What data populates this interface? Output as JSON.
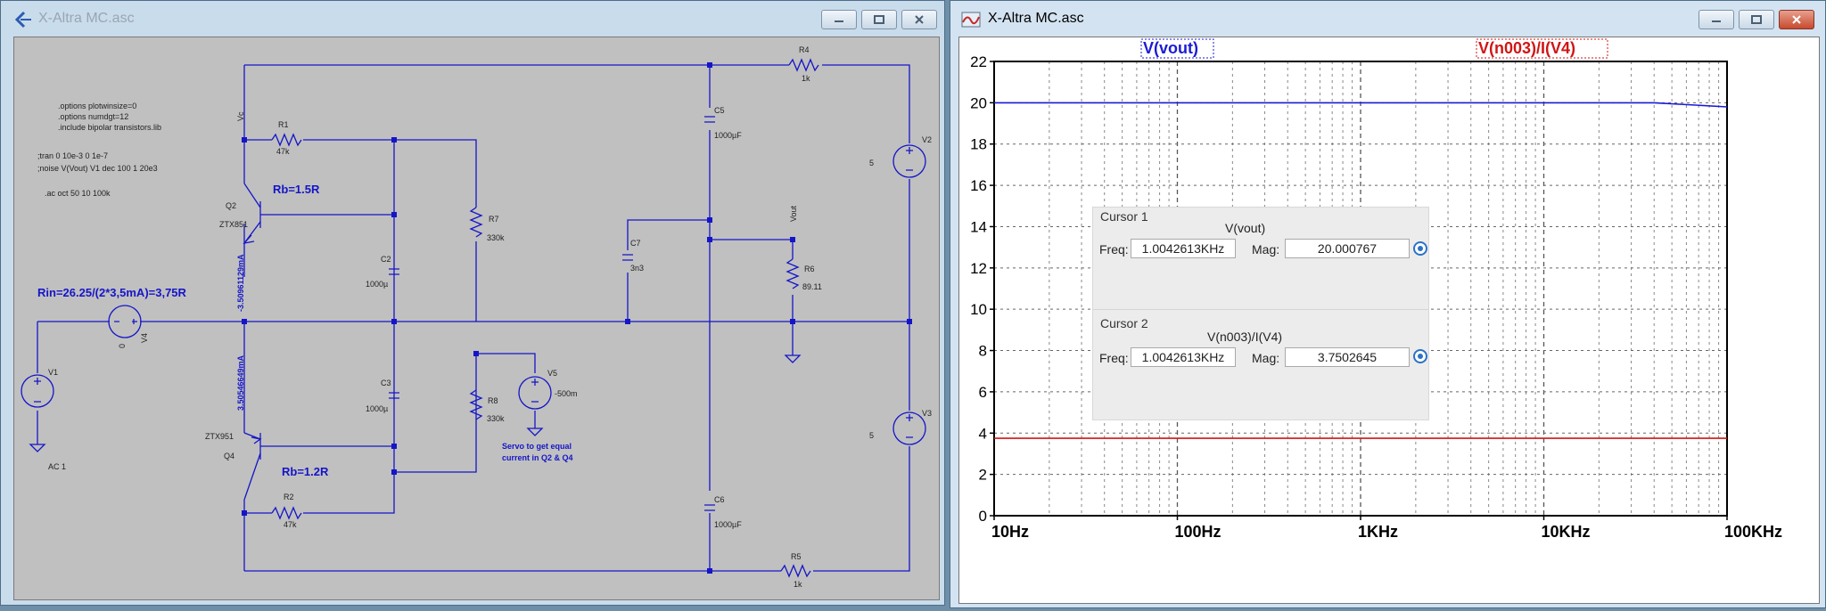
{
  "schematic_window": {
    "title": "X-Altra MC.asc",
    "directives": [
      ".options plotwinsize=0",
      ".options numdgt=12",
      ".include bipolar transistors.lib"
    ],
    "comments": [
      ";tran 0 10e-3 0 1e-7",
      ";noise V(Vout) V1 dec 100 1 20e3"
    ],
    "ac_directive": ".ac oct 50 10 100k",
    "rin_note": "Rin=26.25/(2*3,5mA)=3,75R",
    "rb_top": "Rb=1.5R",
    "rb_bottom": "Rb=1.2R",
    "servo_note_1": "Servo to get equal",
    "servo_note_2": "current in Q2 & Q4",
    "current_top": "-3.50961129mA",
    "current_bottom": "3.50546649mA",
    "components": {
      "r1": {
        "name": "R1",
        "value": "47k"
      },
      "r2": {
        "name": "R2",
        "value": "47k"
      },
      "r4": {
        "name": "R4",
        "value": "1k"
      },
      "r5": {
        "name": "R5",
        "value": "1k"
      },
      "r6": {
        "name": "R6",
        "value": "89.11"
      },
      "r7": {
        "name": "R7",
        "value": "330k"
      },
      "r8": {
        "name": "R8",
        "value": "330k"
      },
      "c2": {
        "name": "C2",
        "value": "1000µ"
      },
      "c3": {
        "name": "C3",
        "value": "1000µ"
      },
      "c5": {
        "name": "C5",
        "value": "1000µF"
      },
      "c6": {
        "name": "C6",
        "value": "1000µF"
      },
      "c7": {
        "name": "C7",
        "value": "3n3"
      },
      "q2": {
        "name": "Q2",
        "model": "ZTX851"
      },
      "q4": {
        "name": "Q4",
        "model": "ZTX951"
      },
      "v1": {
        "name": "V1",
        "value": "AC 1"
      },
      "v2": {
        "name": "V2",
        "value": "5"
      },
      "v3": {
        "name": "V3",
        "value": "5"
      },
      "v4": {
        "name": "V4",
        "value": "0"
      },
      "v5": {
        "name": "V5",
        "value": "-500m"
      }
    },
    "net_vc": "Vc",
    "net_vout": "Vout"
  },
  "plot_window": {
    "title": "X-Altra MC.asc"
  },
  "chart_data": {
    "type": "line",
    "x_scale": "log",
    "xlim": [
      10,
      100000
    ],
    "ylim": [
      0,
      22
    ],
    "yticks": [
      0,
      2,
      4,
      6,
      8,
      10,
      12,
      14,
      16,
      18,
      20,
      22
    ],
    "xtick_labels": [
      "10Hz",
      "100Hz",
      "1KHz",
      "10KHz",
      "100KHz"
    ],
    "grid": true,
    "series": [
      {
        "name": "V(vout)",
        "color": "#1b1bd6",
        "x": [
          10,
          100,
          1000,
          10000,
          40000,
          100000
        ],
        "y": [
          20.0,
          20.0,
          20.0,
          20.0,
          20.0,
          19.8
        ]
      },
      {
        "name": "V(n003)/I(V4)",
        "color": "#d11515",
        "x": [
          10,
          100,
          1000,
          10000,
          100000
        ],
        "y": [
          3.75,
          3.75,
          3.75,
          3.75,
          3.75
        ]
      }
    ]
  },
  "cursors": [
    {
      "title": "Cursor 1",
      "trace": "V(vout)",
      "freq_label": "Freq:",
      "freq": "1.0042613KHz",
      "mag_label": "Mag:",
      "mag": "20.000767"
    },
    {
      "title": "Cursor 2",
      "trace": "V(n003)/I(V4)",
      "freq_label": "Freq:",
      "freq": "1.0042613KHz",
      "mag_label": "Mag:",
      "mag": "3.7502645"
    }
  ]
}
